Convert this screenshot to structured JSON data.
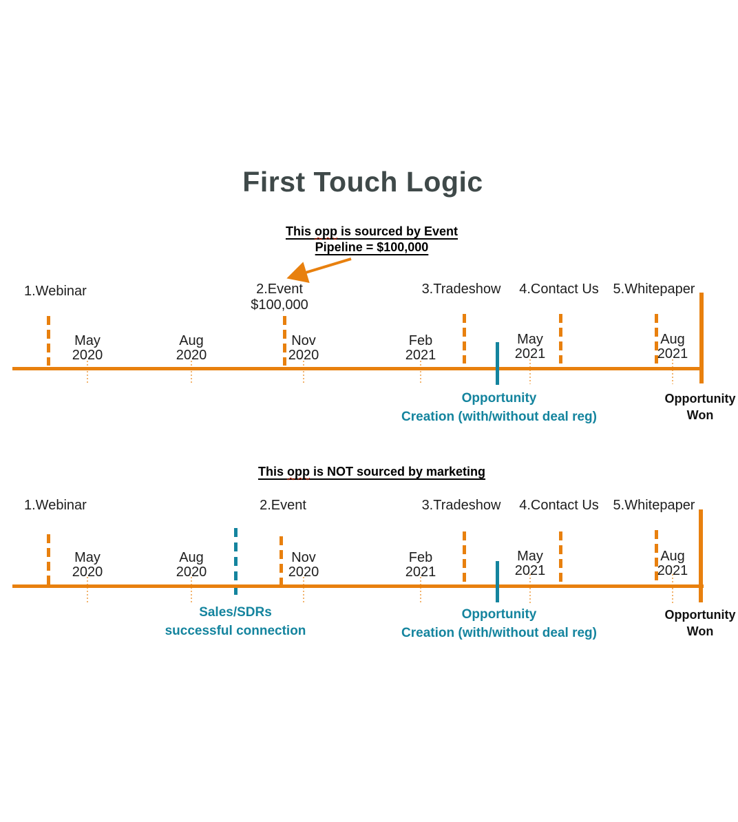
{
  "title": "First Touch Logic",
  "colors": {
    "orange": "#E8800E",
    "teal": "#14849E",
    "title_gray": "#3F4949",
    "tick_light_orange": "#F0A860"
  },
  "touchpoints": [
    "1.Webinar",
    "2.Event",
    "3.Tradeshow",
    "4.Contact Us",
    "5.Whitepaper"
  ],
  "dates": [
    {
      "month": "May",
      "year": "2020"
    },
    {
      "month": "Aug",
      "year": "2020"
    },
    {
      "month": "Nov",
      "year": "2020"
    },
    {
      "month": "Feb",
      "year": "2021"
    },
    {
      "month": "May",
      "year": "2021"
    },
    {
      "month": "Aug",
      "year": "2021"
    }
  ],
  "timeline1": {
    "annotation": {
      "pre": "This ",
      "word": "opp",
      "post": " is sourced by Event",
      "line2": "Pipeline = $100,000"
    },
    "event_value": "$100,000",
    "opp_creation": {
      "line1": "Opportunity",
      "line2": "Creation (with/without deal reg)"
    },
    "opp_won": {
      "line1": "Opportunity",
      "line2": "Won"
    }
  },
  "timeline2": {
    "header": {
      "pre": "This ",
      "word": "opp",
      "post": " is NOT sourced by marketing"
    },
    "sales": {
      "line1": "Sales/SDRs",
      "line2": "successful connection"
    },
    "opp_creation": {
      "line1": "Opportunity",
      "line2": "Creation (with/without deal reg)"
    },
    "opp_won": {
      "line1": "Opportunity",
      "line2": "Won"
    }
  }
}
